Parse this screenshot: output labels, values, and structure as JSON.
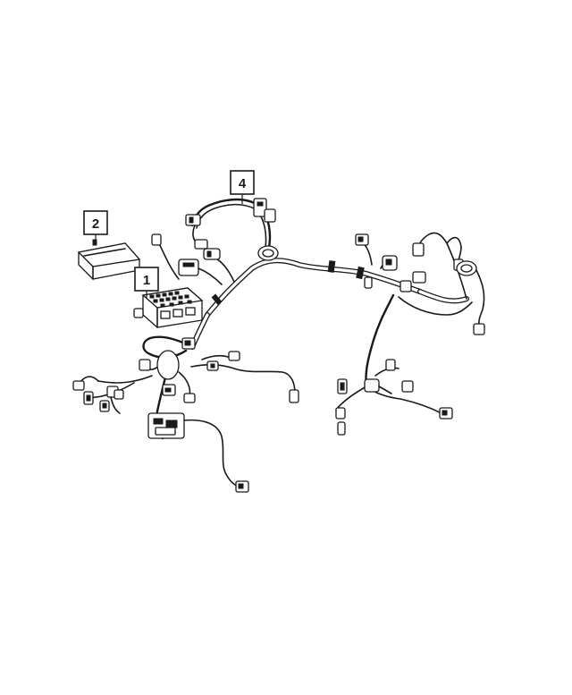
{
  "callouts": [
    {
      "id": "callout-1",
      "label": "1"
    },
    {
      "id": "callout-2",
      "label": "2"
    },
    {
      "id": "callout-4",
      "label": "4"
    }
  ]
}
